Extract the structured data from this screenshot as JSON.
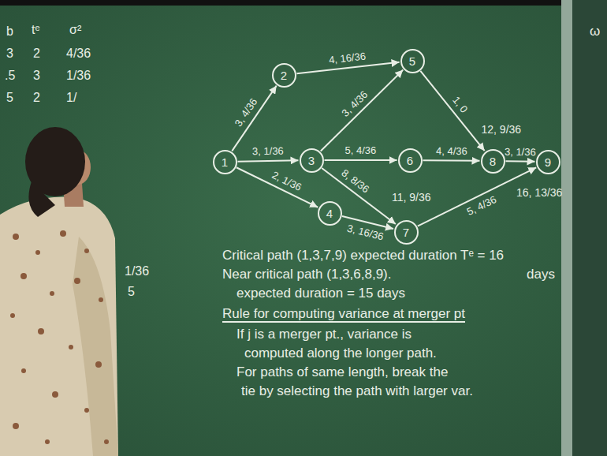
{
  "diagram": {
    "nodes": [
      {
        "text": [
          "1"
        ]
      },
      {
        "text": [
          "2"
        ]
      },
      {
        "text": [
          "3"
        ]
      },
      {
        "text": [
          "4"
        ]
      },
      {
        "text": [
          "5"
        ]
      },
      {
        "text": [
          "6"
        ]
      },
      {
        "text": [
          "7"
        ]
      },
      {
        "text": [
          "8"
        ]
      },
      {
        "text": [
          "9"
        ]
      }
    ],
    "edges": [
      {
        "from": 0,
        "to": 1,
        "arrow": "to",
        "label": "3, 4/36"
      },
      {
        "from": 1,
        "to": 4,
        "arrow": "to",
        "label": "4, 16/36"
      },
      {
        "from": 0,
        "to": 2,
        "arrow": "to",
        "label": "3, 1/36"
      },
      {
        "from": 0,
        "to": 3,
        "arrow": "to",
        "label": "2, 1/36"
      },
      {
        "from": 2,
        "to": 4,
        "arrow": "to",
        "label": "3, 4/36"
      },
      {
        "from": 2,
        "to": 5,
        "arrow": "to",
        "label": "5, 4/36"
      },
      {
        "from": 2,
        "to": 6,
        "arrow": "to",
        "label": "8, 8/36"
      },
      {
        "from": 3,
        "to": 6,
        "arrow": "to",
        "label": "3, 16/36"
      },
      {
        "from": 4,
        "to": 7,
        "arrow": "to",
        "label": "1, 0"
      },
      {
        "from": 5,
        "to": 7,
        "arrow": "to",
        "label": "4, 4/36"
      },
      {
        "from": 6,
        "to": 8,
        "arrow": "to",
        "label": "5, 4/36"
      },
      {
        "from": 7,
        "to": 8,
        "arrow": "to",
        "label": "3, 1/36"
      }
    ],
    "labels": [
      "b",
      "tᵉ",
      "σ²",
      "3",
      "2",
      "4/36",
      ".5",
      "3",
      "1/36",
      "5",
      "2",
      "1/",
      "1/36",
      "5",
      "12, 9/36",
      "11, 9/36",
      "16, 13/36",
      "Critical path (1,3,7,9) expected duration Tᵉ = 16",
      "days",
      "Near critical path (1,3,6,8,9).",
      "expected duration = 15 days",
      "Rule for computing variance at merger pt",
      "If j is a merger pt., variance is",
      "computed along the longer path.",
      "For paths of same length, break the",
      "tie by selecting the path with larger var.",
      "ω"
    ]
  }
}
